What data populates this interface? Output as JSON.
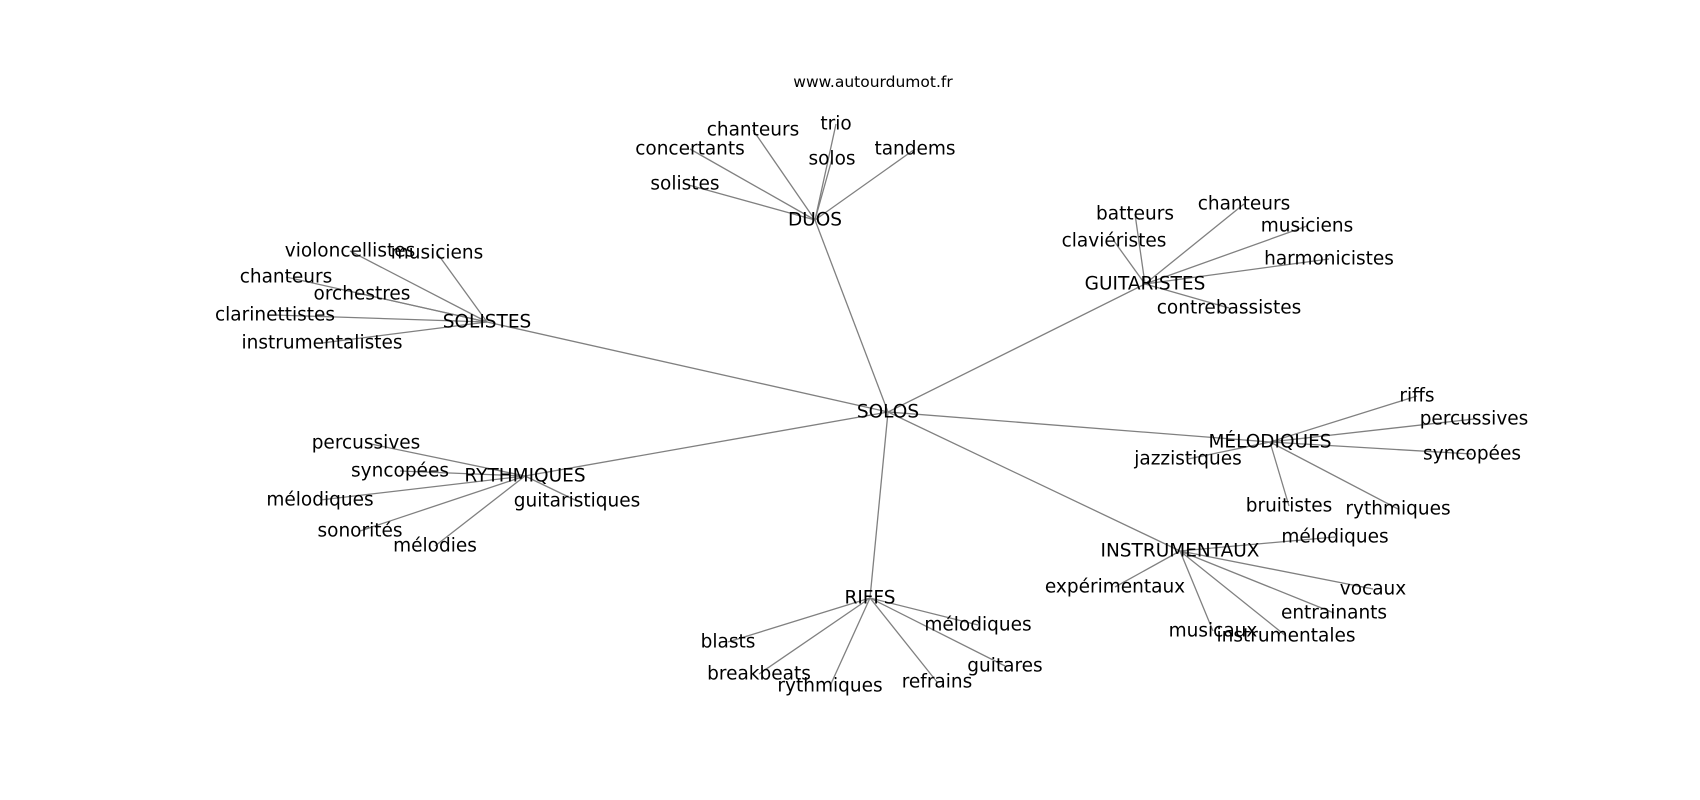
{
  "credit": "www.autourdumot.fr",
  "graph": {
    "center": "SOLOS",
    "clusters": [
      {
        "id": "duos",
        "label": "DUOS",
        "leaves": [
          "chanteurs",
          "trio",
          "concertants",
          "solos",
          "tandems",
          "solistes"
        ]
      },
      {
        "id": "solistes",
        "label": "SOLISTES",
        "leaves": [
          "violoncellistes",
          "musiciens",
          "chanteurs",
          "orchestres",
          "clarinettistes",
          "instrumentalistes"
        ]
      },
      {
        "id": "guitaristes",
        "label": "GUITARISTES",
        "leaves": [
          "batteurs",
          "chanteurs",
          "musiciens",
          "claviéristes",
          "harmonicistes",
          "contrebassistes"
        ]
      },
      {
        "id": "melodiques",
        "label": "MÉLODIQUES",
        "leaves": [
          "riffs",
          "percussives",
          "syncopées",
          "jazzistiques",
          "bruitistes",
          "rythmiques"
        ]
      },
      {
        "id": "rythmiques",
        "label": "RYTHMIQUES",
        "leaves": [
          "percussives",
          "syncopées",
          "mélodiques",
          "guitaristiques",
          "sonorités",
          "mélodies"
        ]
      },
      {
        "id": "instrumentaux",
        "label": "INSTRUMENTAUX",
        "leaves": [
          "mélodiques",
          "expérimentaux",
          "vocaux",
          "entrainants",
          "musicaux",
          "instrumentales"
        ]
      },
      {
        "id": "riffs",
        "label": "RIFFS",
        "leaves": [
          "mélodiques",
          "blasts",
          "guitares",
          "breakbeats",
          "rythmiques",
          "refrains"
        ]
      }
    ]
  }
}
